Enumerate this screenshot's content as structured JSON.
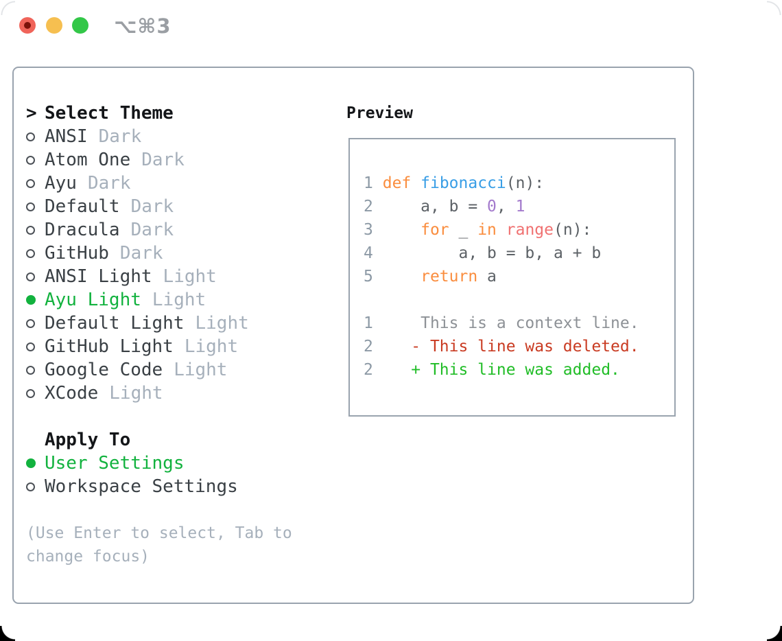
{
  "window": {
    "shortcut": "⌥⌘3"
  },
  "colors": {
    "selected-green": "#12b23e",
    "added-green": "#21bd27",
    "removed-red": "#c93b22",
    "keyword-orange": "#fa8d3e",
    "function-blue": "#399ee6",
    "builtin-coral": "#f07171",
    "number-purple": "#a37acc",
    "code-plain": "#5c6166",
    "line-number-gray": "#8c99a5",
    "context-gray": "#8d9196",
    "tag-gray": "#a6b0bb",
    "item-text": "#3a4045",
    "heading-black": "#141619",
    "hint-gray": "#a6b0bb",
    "panel-border": "#99a3ae",
    "radio-ring": "#4c5157",
    "titlebar-gray": "#9a9ea3",
    "tl-red": "#f0645a",
    "tl-red-dot": "#7c120a",
    "tl-yellow": "#f6bf50",
    "tl-green": "#33c748"
  },
  "theme_picker": {
    "prompt": ">",
    "title": "Select Theme",
    "items": [
      {
        "name": "ANSI",
        "tag": "Dark",
        "selected": false
      },
      {
        "name": "Atom One",
        "tag": "Dark",
        "selected": false
      },
      {
        "name": "Ayu",
        "tag": "Dark",
        "selected": false
      },
      {
        "name": "Default",
        "tag": "Dark",
        "selected": false
      },
      {
        "name": "Dracula",
        "tag": "Dark",
        "selected": false
      },
      {
        "name": "GitHub",
        "tag": "Dark",
        "selected": false
      },
      {
        "name": "ANSI Light",
        "tag": "Light",
        "selected": false
      },
      {
        "name": "Ayu Light",
        "tag": "Light",
        "selected": true
      },
      {
        "name": "Default Light",
        "tag": "Light",
        "selected": false
      },
      {
        "name": "GitHub Light",
        "tag": "Light",
        "selected": false
      },
      {
        "name": "Google Code",
        "tag": "Light",
        "selected": false
      },
      {
        "name": "XCode",
        "tag": "Light",
        "selected": false
      }
    ],
    "apply_to": {
      "title": "Apply To",
      "options": [
        {
          "name": "User Settings",
          "selected": true
        },
        {
          "name": "Workspace Settings",
          "selected": false
        }
      ]
    },
    "hint_line1": "(Use Enter to select, Tab to",
    "hint_line2": "change focus)"
  },
  "preview": {
    "title": "Preview",
    "code": {
      "l1": {
        "n": "1",
        "s1": " ",
        "s2": "def",
        "s3": " ",
        "s4": "fibonacci",
        "s5": "(n):"
      },
      "l2": {
        "n": "2",
        "s1": "     a, b = ",
        "s2": "0",
        "s3": ", ",
        "s4": "1"
      },
      "l3": {
        "n": "3",
        "s1": "     ",
        "s2": "for",
        "s3": " _ ",
        "s4": "in",
        "s5": " ",
        "s6": "range",
        "s7": "(n):"
      },
      "l4": {
        "n": "4",
        "s1": "         a, b = b, a + b"
      },
      "l5": {
        "n": "5",
        "s1": "     ",
        "s2": "return",
        "s3": " a"
      },
      "d1": {
        "n": "1",
        "s1": "     This is a context line."
      },
      "d2": {
        "n": "2",
        "s1": "    ",
        "s2": "- This line was deleted."
      },
      "d3": {
        "n": "2",
        "s1": "    ",
        "s2": "+ This line was added."
      }
    }
  }
}
